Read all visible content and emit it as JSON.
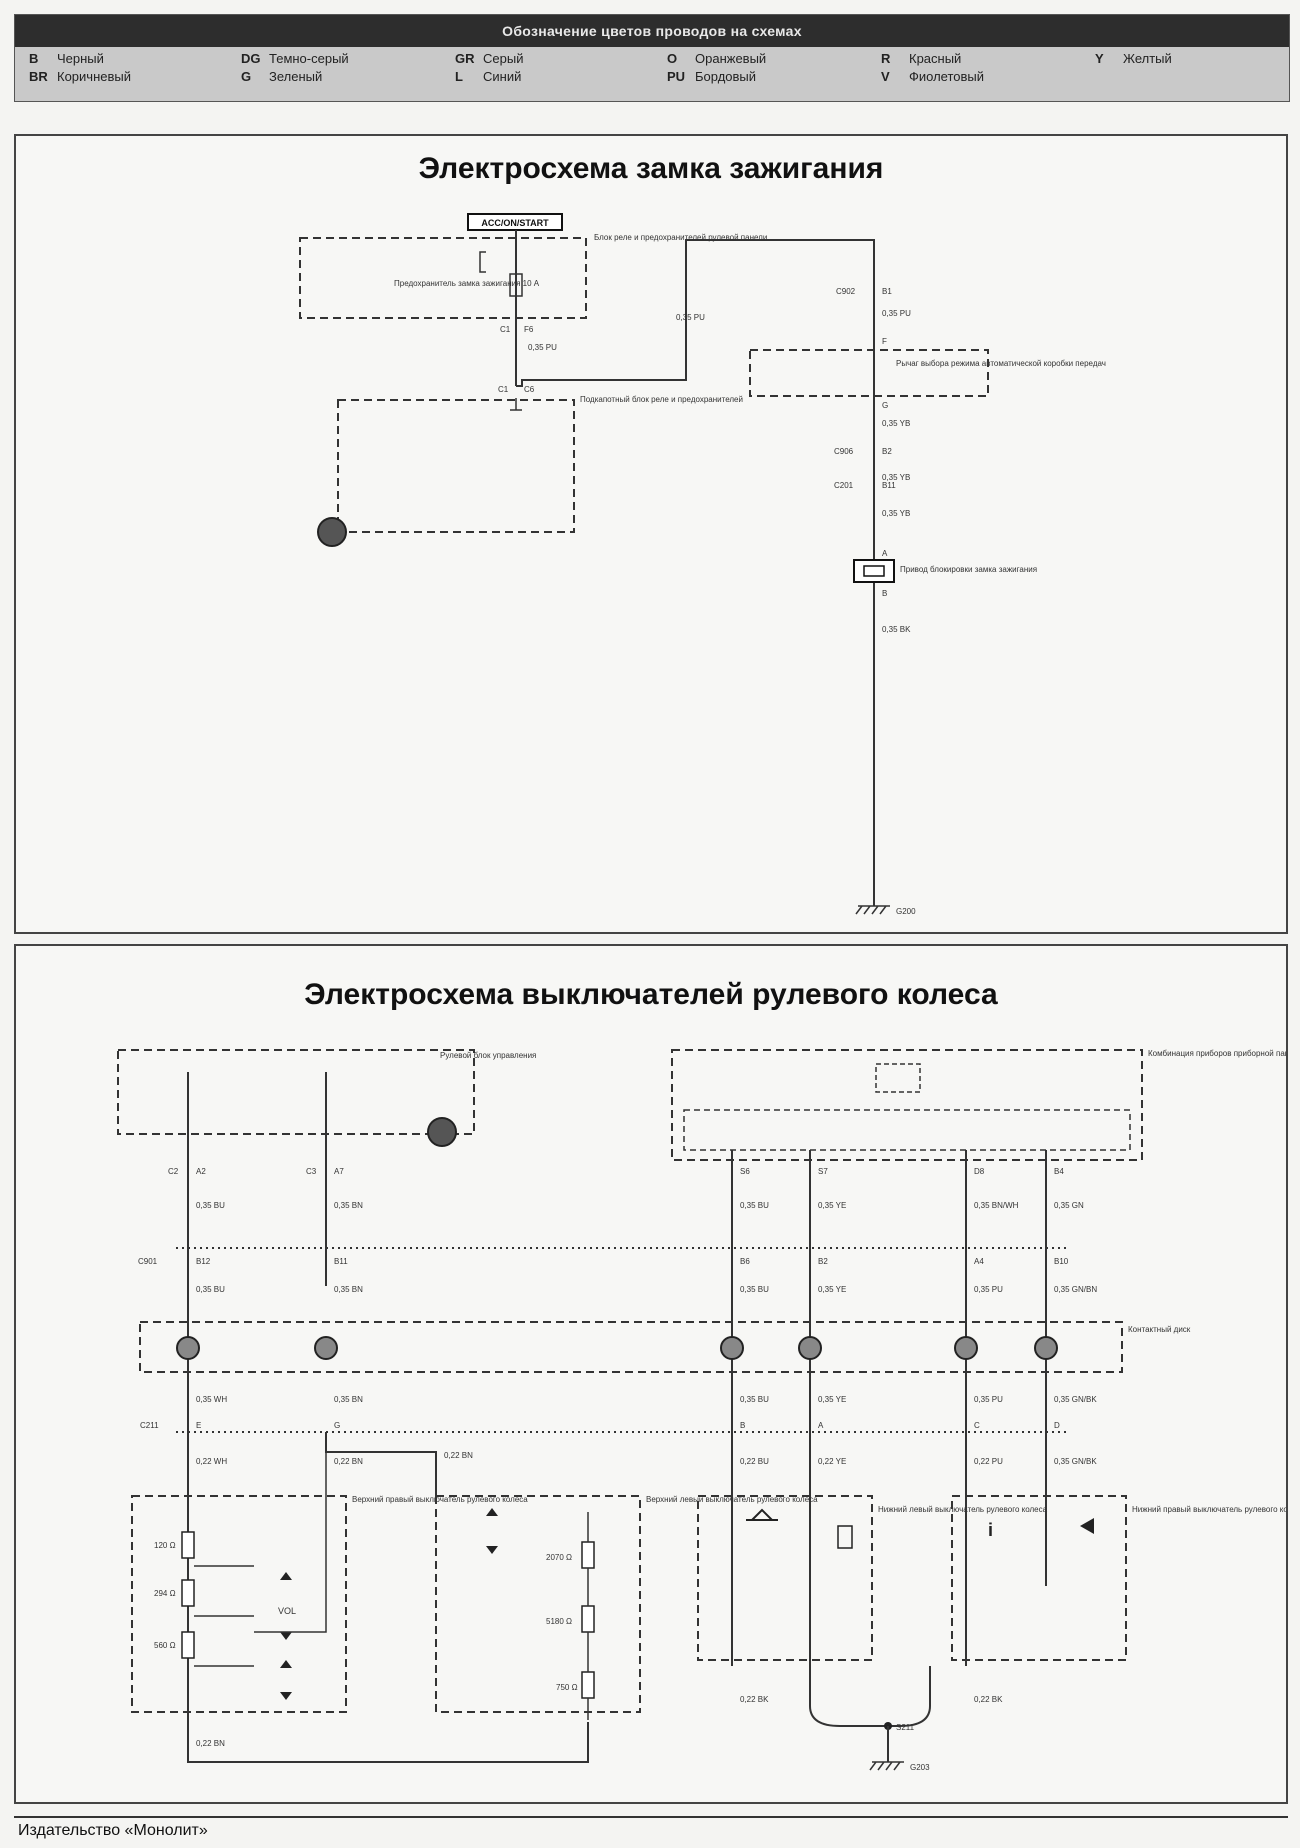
{
  "legend": {
    "title": "Обозначение цветов проводов на схемах",
    "items": [
      {
        "code": "B",
        "name": "Черный"
      },
      {
        "code": "BR",
        "name": "Коричневый"
      },
      {
        "code": "DG",
        "name": "Темно-серый"
      },
      {
        "code": "G",
        "name": "Зеленый"
      },
      {
        "code": "GR",
        "name": "Серый"
      },
      {
        "code": "L",
        "name": "Синий"
      },
      {
        "code": "O",
        "name": "Оранжевый"
      },
      {
        "code": "PU",
        "name": "Бордовый"
      },
      {
        "code": "R",
        "name": "Красный"
      },
      {
        "code": "V",
        "name": "Фиолетовый"
      },
      {
        "code": "Y",
        "name": "Желтый"
      }
    ]
  },
  "diagram1": {
    "title": "Электросхема замка зажигания",
    "switch_label": "ACC/ON/START",
    "labels": {
      "fusebox": "Блок реле и предохранителей рулевой панели",
      "fuse": "Предохранитель замка зажигания 10 А",
      "underhood": "Подкапотный блок реле и предохранителей",
      "selector": "Рычаг выбора режима автоматической коробки передач",
      "solenoid": "Привод блокировки замка зажигания",
      "ground": "G200",
      "c1": "C1",
      "f6": "F6",
      "c1b": "C1",
      "c6": "C6",
      "c902": "C902",
      "b1": "B1",
      "f": "F",
      "g": "G",
      "c906": "C906",
      "b2": "B2",
      "c201": "C201",
      "b11": "B11",
      "a": "A",
      "b": "B",
      "w1": "0,35 PU",
      "w2": "0,35 PU",
      "w3": "0,35 PU",
      "w4": "0,35 YB",
      "w5": "0,35 YB",
      "w6": "0,35 YB",
      "w7": "0,35 BK"
    }
  },
  "diagram2": {
    "title": "Электросхема выключателей рулевого колеса",
    "labels": {
      "wheel_ctrl": "Рулевой блок управления",
      "cluster": "Комбинация приборов приборной панели",
      "clockspring": "Контактный диск",
      "right_front": "Верхний правый выключатель рулевого колеса",
      "left_front": "Верхний левый выключатель рулевого колеса",
      "lower_left": "Нижний левый выключатель рулевого колеса",
      "lower_right": "Нижний правый выключатель рулевого колеса",
      "ground": "G203",
      "splice": "S211",
      "c901": "C901",
      "c211": "C211",
      "c2": "C2",
      "a2": "A2",
      "c3": "C3",
      "a7": "A7",
      "b12": "B12",
      "b11": "B11",
      "e": "E",
      "g": "G",
      "s6": "S6",
      "s7": "S7",
      "d8": "D8",
      "b4": "B4",
      "b6": "B6",
      "b2": "B2",
      "a4": "A4",
      "b10": "B10",
      "b": "B",
      "a": "A",
      "c": "C",
      "d": "D",
      "vol": "VOL",
      "r1": "120 Ω",
      "r2": "294 Ω",
      "r3": "560 Ω",
      "r4": "2070 Ω",
      "r5": "5180 Ω",
      "r6": "750 Ω",
      "w1": "0,35 BU",
      "w2": "0,35 BN",
      "w3": "0,35 BU",
      "w4": "0,35 YE",
      "w5": "0,35 BN/WH",
      "w6": "0,35 GN",
      "w7": "0,35 BU",
      "w8": "0,35 BN",
      "w9": "0,35 BU",
      "w10": "0,35 YE",
      "w11": "0,35 PU",
      "w12": "0,35 GN/BN",
      "w13": "0,35 WH",
      "w14": "0,35 BN",
      "w15": "0,35 BU",
      "w16": "0,35 YE",
      "w17": "0,35 PU",
      "w18": "0,35 GN/BK",
      "w19": "0,22 WH",
      "w20": "0,22 BN",
      "w21": "0,22 BU",
      "w22": "0,22 YE",
      "w23": "0,22 PU",
      "w24": "0,35 GN/BK",
      "w25": "0,22 BN",
      "w26": "0,22 BK",
      "w27": "0,22 BK",
      "w28": "0,22 BN"
    }
  },
  "footer": "Издательство «Монолит»"
}
